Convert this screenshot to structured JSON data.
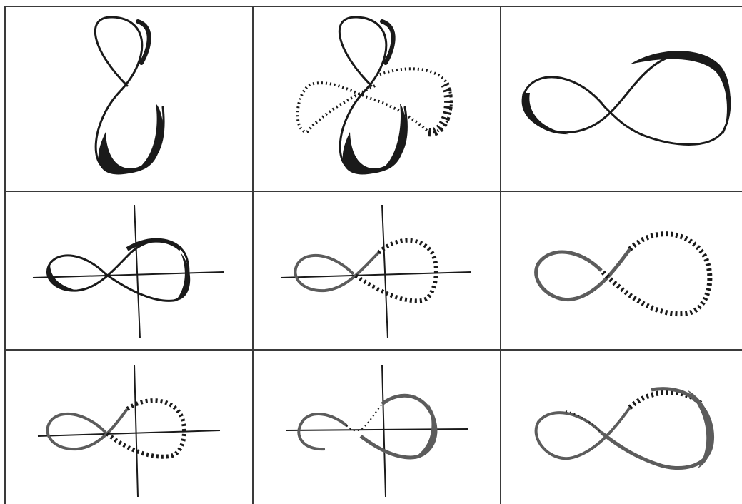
{
  "figure": {
    "grid_color": "#3a3a3a",
    "ink_color": "#1a1a1a",
    "gray_color": "#5c5c5c",
    "cells": [
      {
        "id": "r1c1",
        "shape": "vertical-figure-eight",
        "axes": false,
        "style": "solid-black"
      },
      {
        "id": "r1c2",
        "shape": "vertical-figure-eight-with-dotted-horizontal",
        "axes": false,
        "style": "solid-black-dotted"
      },
      {
        "id": "r1c3",
        "shape": "horizontal-figure-eight",
        "axes": false,
        "style": "solid-black"
      },
      {
        "id": "r2c1",
        "shape": "horizontal-figure-eight",
        "axes": true,
        "style": "solid-black"
      },
      {
        "id": "r2c2",
        "shape": "horizontal-figure-eight",
        "axes": true,
        "style": "gray-with-dashed-right-loop"
      },
      {
        "id": "r2c3",
        "shape": "horizontal-figure-eight",
        "axes": false,
        "style": "gray-with-dashed-right-loop"
      },
      {
        "id": "r3c1",
        "shape": "horizontal-figure-eight",
        "axes": true,
        "style": "gray-with-dashed-right-loop"
      },
      {
        "id": "r3c2",
        "shape": "horizontal-figure-eight",
        "axes": true,
        "style": "gray-dotted-crossing-solid-right"
      },
      {
        "id": "r3c3",
        "shape": "horizontal-figure-eight",
        "axes": false,
        "style": "gray-dotted-crossing-solid-right"
      }
    ]
  }
}
